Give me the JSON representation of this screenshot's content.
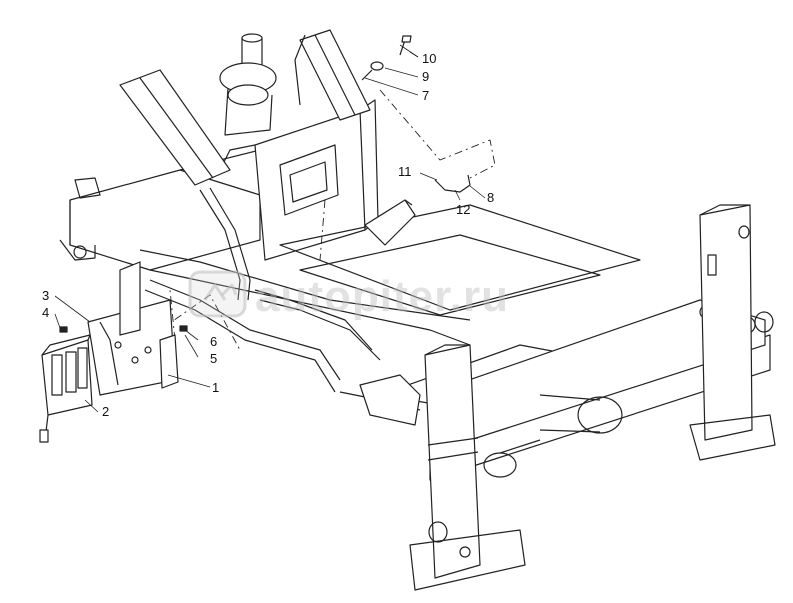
{
  "watermark": "autopiter.ru",
  "colors": {
    "line": "#222222",
    "watermark": "#bebebe",
    "background": "#ffffff"
  },
  "callouts": {
    "c1": "1",
    "c2": "2",
    "c3": "3",
    "c4": "4",
    "c5": "5",
    "c6": "6",
    "c7": "7",
    "c8": "8",
    "c9": "9",
    "c10": "10",
    "c11": "11",
    "c12": "12"
  }
}
